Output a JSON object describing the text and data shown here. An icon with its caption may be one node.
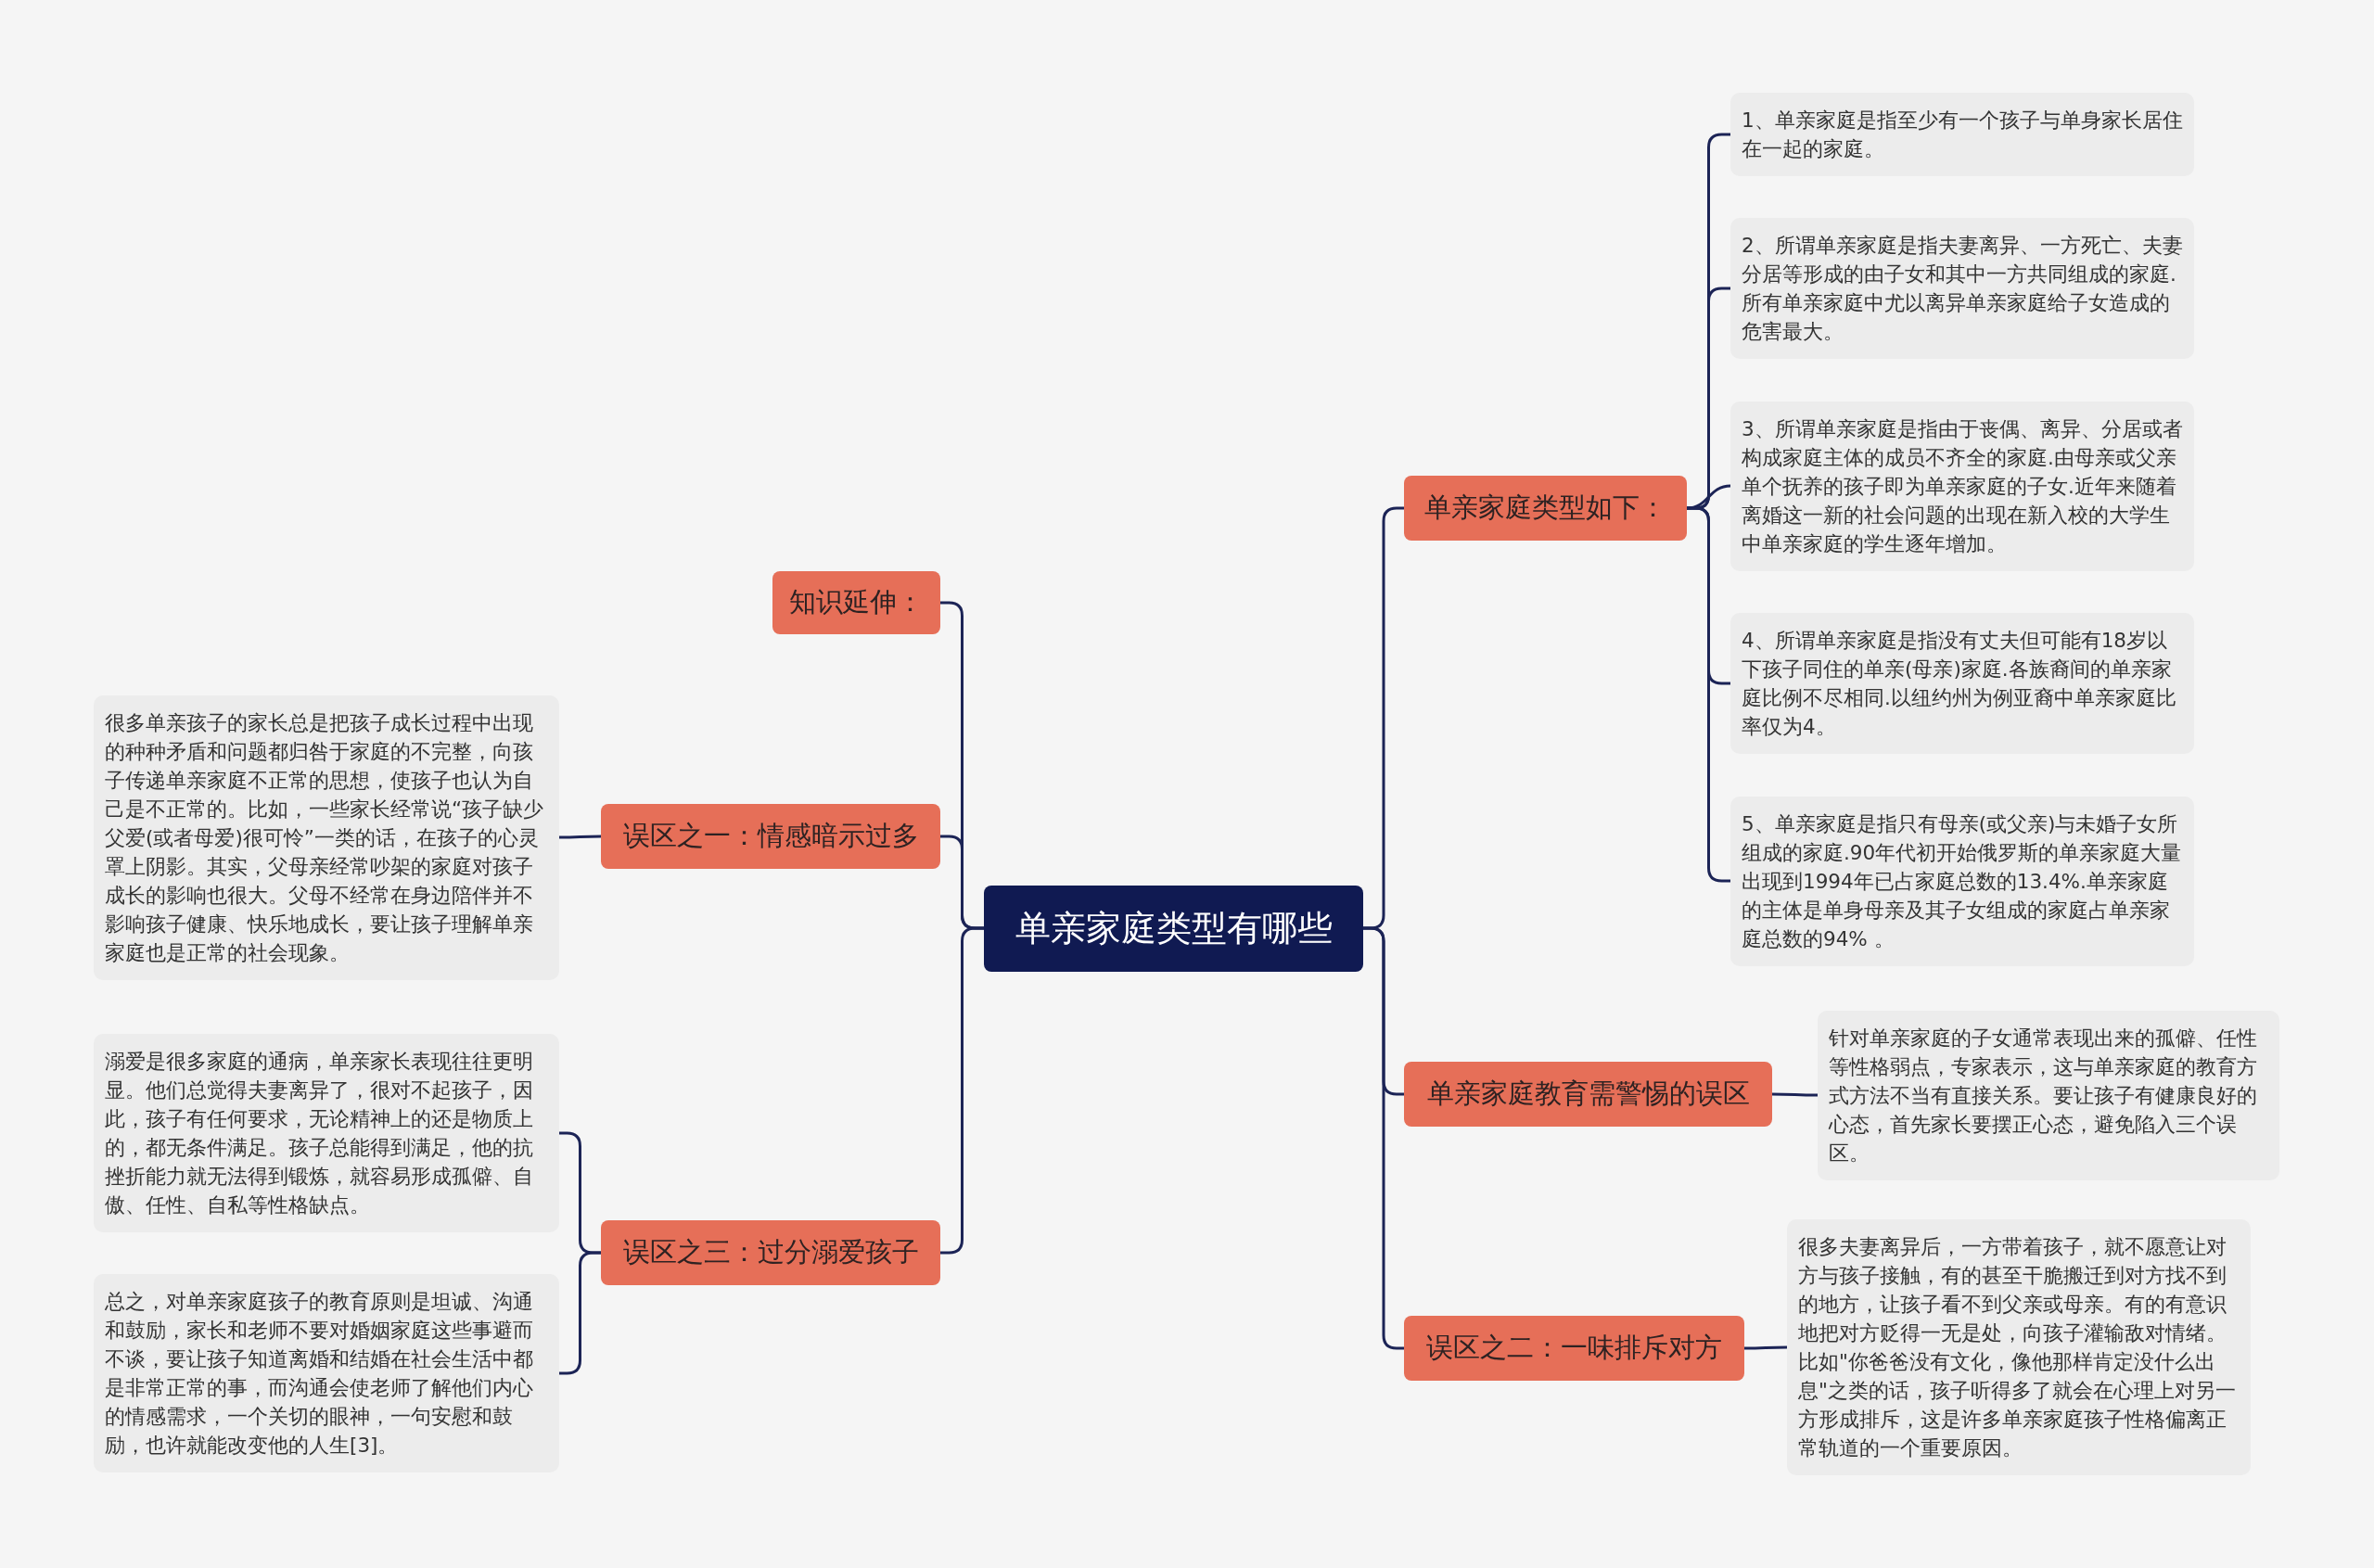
{
  "diagram": {
    "nodes": [
      {
        "text": [
          "单亲家庭类型有哪些"
        ]
      },
      {
        "text": [
          "知识延伸："
        ]
      },
      {
        "text": [
          "误区之一：情感暗示过多"
        ]
      },
      {
        "text": [
          "很多单亲孩子的家长总是把孩子成长过程中出现的种种矛盾和问题都归咎于家庭的不完整，向孩子传递单亲家庭不正常的思想，使孩子也认为自己是不正常的。比如，一些家长经常说“孩子缺少父爱(或者母爱)很可怜”一类的话，在孩子的心灵罩上阴影。其实，父母亲经常吵架的家庭对孩子成长的影响也很大。父母不经常在身边陪伴并不影响孩子健康、快乐地成长，要让孩子理解单亲家庭也是正常的社会现象。"
        ]
      },
      {
        "text": [
          "误区之三：过分溺爱孩子"
        ]
      },
      {
        "text": [
          "溺爱是很多家庭的通病，单亲家长表现往往更明显。他们总觉得夫妻离异了，很对不起孩子，因此，孩子有任何要求，无论精神上的还是物质上的，都无条件满足。孩子总能得到满足，他的抗挫折能力就无法得到锻炼，就容易形成孤僻、自傲、任性、自私等性格缺点。"
        ]
      },
      {
        "text": [
          "总之，对单亲家庭孩子的教育原则是坦诚、沟通和鼓励，家长和老师不要对婚姻家庭这些事避而不谈，要让孩子知道离婚和结婚在社会生活中都是非常正常的事，而沟通会使老师了解他们内心的情感需求，一个关切的眼神，一句安慰和鼓励，也许就能改变他的人生[3]。"
        ]
      },
      {
        "text": [
          "单亲家庭类型如下："
        ]
      },
      {
        "text": [
          "1、单亲家庭是指至少有一个孩子与单身家长居住在一起的家庭。"
        ]
      },
      {
        "text": [
          "2、所谓单亲家庭是指夫妻离异、一方死亡、夫妻分居等形成的由子女和其中一方共同组成的家庭.所有单亲家庭中尤以离异单亲家庭给子女造成的危害最大。"
        ]
      },
      {
        "text": [
          "3、所谓单亲家庭是指由于丧偶、离异、分居或者构成家庭主体的成员不齐全的家庭.由母亲或父亲单个抚养的孩子即为单亲家庭的子女.近年来随着离婚这一新的社会问题的出现在新入校的大学生中单亲家庭的学生逐年增加。"
        ]
      },
      {
        "text": [
          "4、所谓单亲家庭是指没有丈夫但可能有18岁以下孩子同住的单亲(母亲)家庭.各族裔间的单亲家庭比例不尽相同.以纽约州为例亚裔中单亲家庭比率仅为4。"
        ]
      },
      {
        "text": [
          "5、单亲家庭是指只有母亲(或父亲)与未婚子女所组成的家庭.90年代初开始俄罗斯的单亲家庭大量出现到1994年已占家庭总数的13.4%.单亲家庭的主体是单身母亲及其子女组成的家庭占单亲家庭总数的94% 。"
        ]
      },
      {
        "text": [
          "单亲家庭教育需警惕的误区"
        ]
      },
      {
        "text": [
          "针对单亲家庭的子女通常表现出来的孤僻、任性等性格弱点，专家表示，这与单亲家庭的教育方式方法不当有直接关系。要让孩子有健康良好的心态，首先家长要摆正心态，避免陷入三个误区。"
        ]
      },
      {
        "text": [
          "误区之二：一味排斥对方"
        ]
      },
      {
        "text": [
          "很多夫妻离异后，一方带着孩子，就不愿意让对方与孩子接触，有的甚至干脆搬迁到对方找不到的地方，让孩子看不到父亲或母亲。有的有意识地把对方贬得一无是处，向孩子灌输敌对情绪。比如\"你爸爸没有文化，像他那样肯定没什么出息\"之类的话，孩子听得多了就会在心理上对另一方形成排斥，这是许多单亲家庭孩子性格偏离正常轨道的一个重要原因。"
        ]
      }
    ],
    "edges": [
      {
        "from": 0,
        "to": 1,
        "arrow": "none"
      },
      {
        "from": 0,
        "to": 2,
        "arrow": "none"
      },
      {
        "from": 2,
        "to": 3,
        "arrow": "none"
      },
      {
        "from": 0,
        "to": 4,
        "arrow": "none"
      },
      {
        "from": 4,
        "to": 5,
        "arrow": "none"
      },
      {
        "from": 4,
        "to": 6,
        "arrow": "none"
      },
      {
        "from": 0,
        "to": 7,
        "arrow": "none"
      },
      {
        "from": 7,
        "to": 8,
        "arrow": "none"
      },
      {
        "from": 7,
        "to": 9,
        "arrow": "none"
      },
      {
        "from": 7,
        "to": 10,
        "arrow": "none"
      },
      {
        "from": 7,
        "to": 11,
        "arrow": "none"
      },
      {
        "from": 7,
        "to": 12,
        "arrow": "none"
      },
      {
        "from": 0,
        "to": 13,
        "arrow": "none"
      },
      {
        "from": 13,
        "to": 14,
        "arrow": "none"
      },
      {
        "from": 0,
        "to": 15,
        "arrow": "none"
      },
      {
        "from": 15,
        "to": 16,
        "arrow": "none"
      }
    ]
  }
}
